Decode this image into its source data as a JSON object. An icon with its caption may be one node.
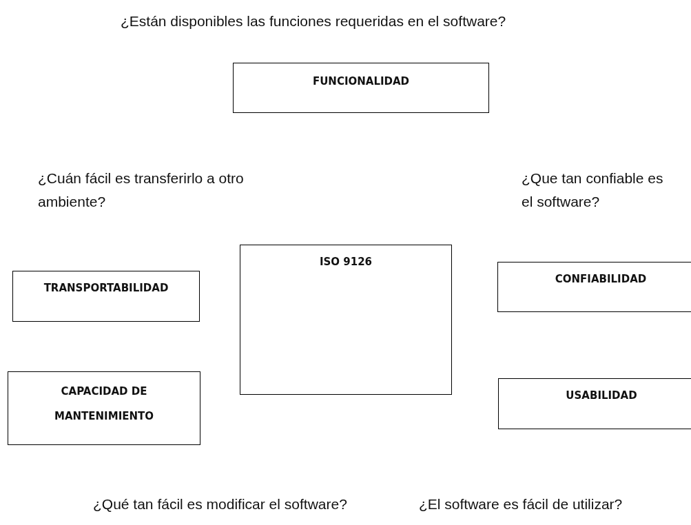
{
  "diagram": {
    "nodes": [
      {
        "text": [
          "FUNCIONALIDAD"
        ]
      },
      {
        "text": [
          "TRANSPORTABILIDAD"
        ]
      },
      {
        "text": [
          "ISO 9126"
        ]
      },
      {
        "text": [
          "CONFIABILIDAD"
        ]
      },
      {
        "text": [
          "CAPACIDAD DE MANTENIMIENTO"
        ]
      },
      {
        "text": [
          "USABILIDAD"
        ]
      }
    ],
    "labels": [
      "¿Están disponibles las funciones requeridas en el software?",
      "¿Cuán fácil es transferirlo a otro ambiente?",
      "¿Que tan confiable es el software?",
      "¿Qué tan fácil es modificar el software?",
      "¿El software es fácil de utilizar?"
    ]
  }
}
